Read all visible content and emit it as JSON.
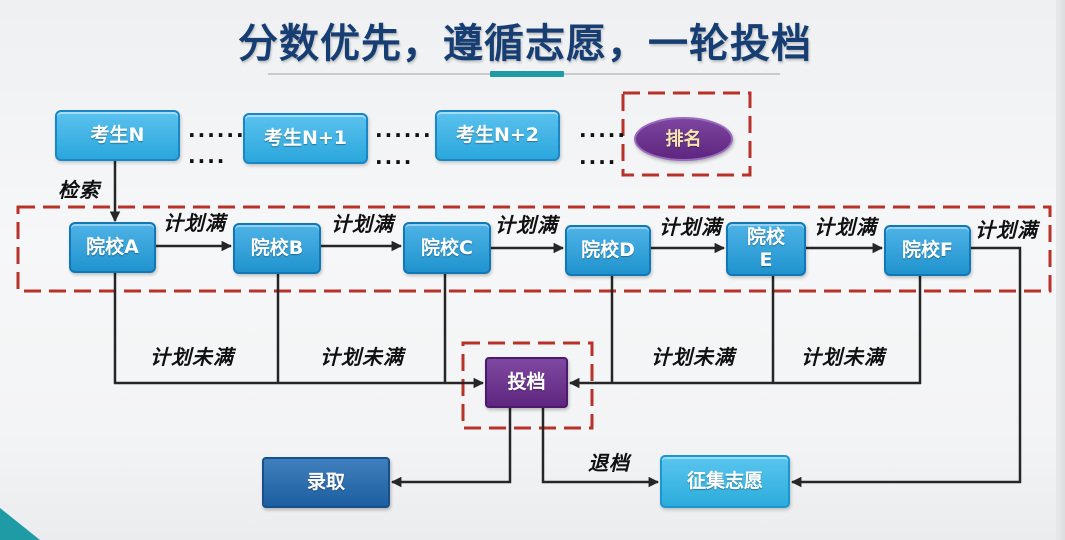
{
  "title": "分数优先，遵循志愿，一轮投档",
  "candidates": [
    {
      "label": "考生N",
      "dots_top": "......",
      "dots_bottom": "...."
    },
    {
      "label": "考生N+1",
      "dots_top": "......",
      "dots_bottom": "...."
    },
    {
      "label": "考生N+2",
      "dots_top": ".....",
      "dots_bottom": "...."
    }
  ],
  "rank": {
    "label": "排名"
  },
  "search_label": "检索",
  "colleges": [
    {
      "label": "院校A"
    },
    {
      "label": "院校B"
    },
    {
      "label": "院校C"
    },
    {
      "label": "院校D"
    },
    {
      "label": "院校\nE"
    },
    {
      "label": "院校F"
    }
  ],
  "plan_full_labels": [
    "计划满",
    "计划满",
    "计划满",
    "计划满",
    "计划满",
    "计划满"
  ],
  "plan_not_full_labels": [
    "计划未满",
    "计划未满",
    "计划未满",
    "计划未满"
  ],
  "filing": {
    "label": "投档"
  },
  "admission": {
    "label": "录取"
  },
  "withdraw_label": "退档",
  "solicitation": {
    "label": "征集志愿"
  },
  "colors": {
    "title": "#173e73",
    "candidate_blue": "#2db1ea",
    "college_blue": "#22a0e0",
    "admission_blue": "#1f69b2",
    "solicitation_blue": "#2fb7ea",
    "purple": "#6b2b91",
    "rank_text": "#f3e7ae",
    "dashed_red": "#b8322a",
    "accent_teal": "#1f9ba6",
    "line": "#262626"
  }
}
